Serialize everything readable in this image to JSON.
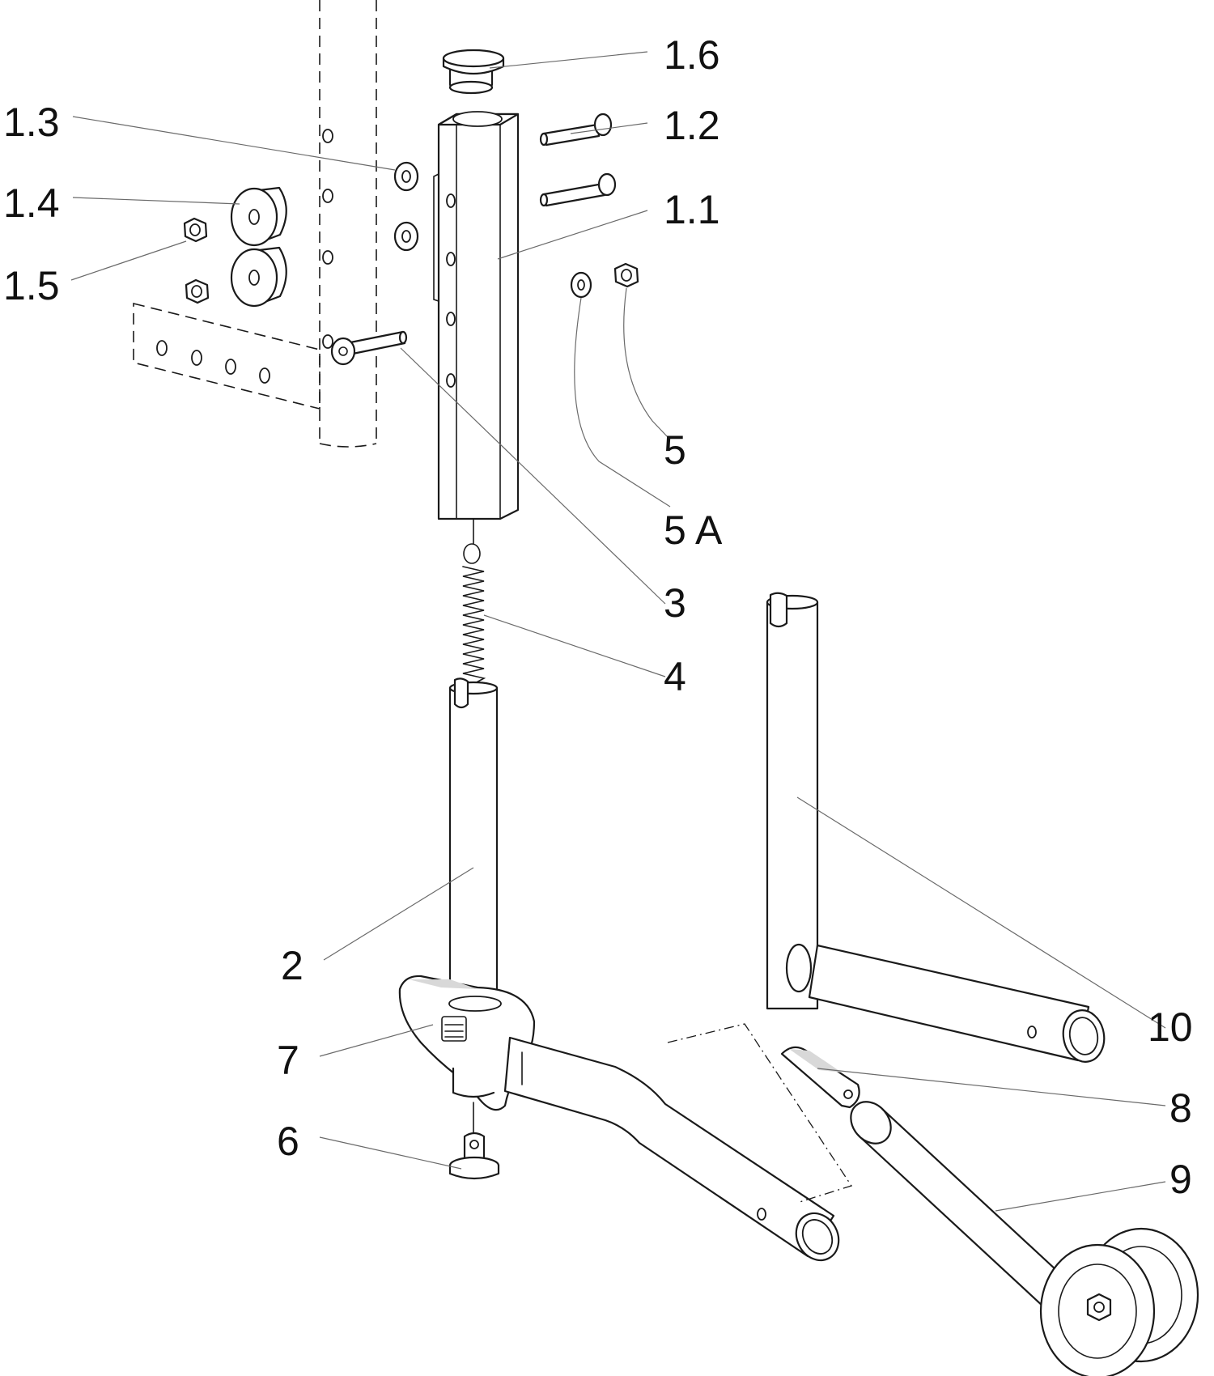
{
  "callouts": {
    "c_1_6": "1.6",
    "c_1_3": "1.3",
    "c_1_2": "1.2",
    "c_1_4": "1.4",
    "c_1_1": "1.1",
    "c_1_5": "1.5",
    "c_5": "5",
    "c_5a": "5 A",
    "c_3": "3",
    "c_4": "4",
    "c_10": "10",
    "c_2": "2",
    "c_7": "7",
    "c_8": "8",
    "c_6": "6",
    "c_9": "9"
  },
  "colors": {
    "line": "#1a1a1a",
    "leader": "#6a6a6a",
    "background": "#ffffff"
  }
}
